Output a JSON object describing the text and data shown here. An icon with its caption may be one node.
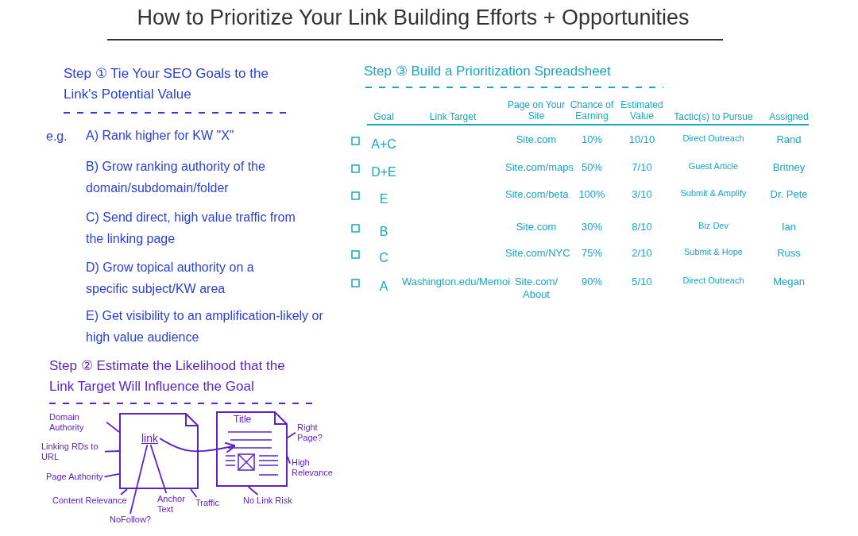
{
  "diagram": {
    "title": "How to Prioritize Your Link Building Efforts + Opportunities",
    "nodes": [
      {
        "text": [],
        "shape": "box"
      },
      {
        "text": [
          "link"
        ],
        "in": 0
      },
      {
        "text": [
          "Title"
        ]
      },
      {
        "text": [
          "Domain Authority"
        ]
      },
      {
        "text": [
          "Linking RDs to URL"
        ]
      },
      {
        "text": [
          "Page Authority"
        ]
      },
      {
        "text": [
          "Content Relevance"
        ]
      },
      {
        "text": [
          "NoFollow?"
        ]
      },
      {
        "text": [
          "Anchor Text"
        ]
      },
      {
        "text": [
          "Traffic"
        ]
      },
      {
        "text": [
          "Right Page?"
        ]
      },
      {
        "text": [
          "High Relevance"
        ]
      },
      {
        "text": [
          "No Link Risk"
        ]
      }
    ],
    "edges": [
      {
        "from": 1,
        "to": 2,
        "arrow": "to"
      },
      {
        "from": 3,
        "to": 0,
        "arrow": "none"
      },
      {
        "from": 4,
        "to": 0,
        "arrow": "none"
      },
      {
        "from": 5,
        "to": 0,
        "arrow": "none"
      },
      {
        "from": 6,
        "to": 0,
        "arrow": "none"
      },
      {
        "from": 7,
        "to": 1,
        "arrow": "none"
      },
      {
        "from": 8,
        "to": 1,
        "arrow": "none"
      },
      {
        "from": 9,
        "to": 0,
        "arrow": "none"
      },
      {
        "from": 10,
        "to": 2,
        "arrow": "none"
      },
      {
        "from": 11,
        "to": 2,
        "arrow": "none"
      },
      {
        "from": 12,
        "to": 2,
        "arrow": "none"
      }
    ],
    "labels": [
      "Step ① Tie Your SEO Goals to the Link's Potential Value",
      "e.g.",
      "A) Rank higher for KW \"X\"",
      "B) Grow ranking authority of the domain/subdomain/folder",
      "C) Send direct, high value traffic from the linking page",
      "D) Grow topical authority on a specific subject/KW area",
      "E) Get visibility to an amplification-likely or high value audience",
      "Step ② Estimate the Likelihood that the Link Target Will Influence the Goal",
      "Step ③ Build a Prioritization Spreadsheet",
      "Goal",
      "Link Target",
      "Page on Your Site",
      "Chance of Earning",
      "Estimated Value",
      "Tactic(s) to Pursue",
      "Assigned",
      "A+C",
      "Site.com",
      "10%",
      "10/10",
      "Direct Outreach",
      "Rand",
      "D+E",
      "Site.com/maps",
      "50%",
      "7/10",
      "Guest Article",
      "Britney",
      "E",
      "Site.com/beta",
      "100%",
      "3/10",
      "Submit & Amplify",
      "Dr. Pete",
      "B",
      "Site.com",
      "30%",
      "8/10",
      "Biz Dev",
      "Ian",
      "C",
      "Site.com/NYC",
      "75%",
      "2/10",
      "Submit & Hope",
      "Russ",
      "A",
      "Washington.edu/Memoi",
      "Site.com/ About",
      "90%",
      "5/10",
      "Direct Outreach",
      "Megan"
    ]
  }
}
